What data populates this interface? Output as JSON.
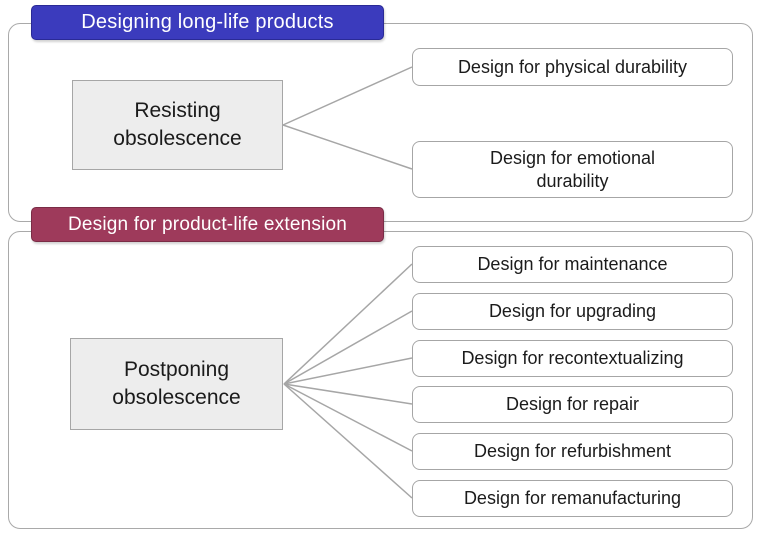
{
  "colors": {
    "section1_badge_bg": "#3b3bbd",
    "section1_badge_border": "#2a2a96",
    "section2_badge_bg": "#9e3a5b",
    "section2_badge_border": "#7a2c46",
    "badge_text": "#ffffff",
    "frame_border": "#a9a9a9",
    "node_border": "#a6a6a6",
    "root_node_bg": "#ededed",
    "leaf_node_bg": "#ffffff",
    "connector_line": "#a6a6a6",
    "node_text": "#1b1b1b"
  },
  "sections": [
    {
      "title": "Designing long-life products",
      "root_label": "Resisting obsolescence",
      "leaves": [
        {
          "label": "Design for physical durability"
        },
        {
          "label": "Design for emotional durability"
        }
      ]
    },
    {
      "title": "Design for product-life extension",
      "root_label": "Postponing obsolescence",
      "leaves": [
        {
          "label": "Design for maintenance"
        },
        {
          "label": "Design for upgrading"
        },
        {
          "label": "Design for recontextualizing"
        },
        {
          "label": "Design for repair"
        },
        {
          "label": "Design for refurbishment"
        },
        {
          "label": "Design for remanufacturing"
        }
      ]
    }
  ]
}
